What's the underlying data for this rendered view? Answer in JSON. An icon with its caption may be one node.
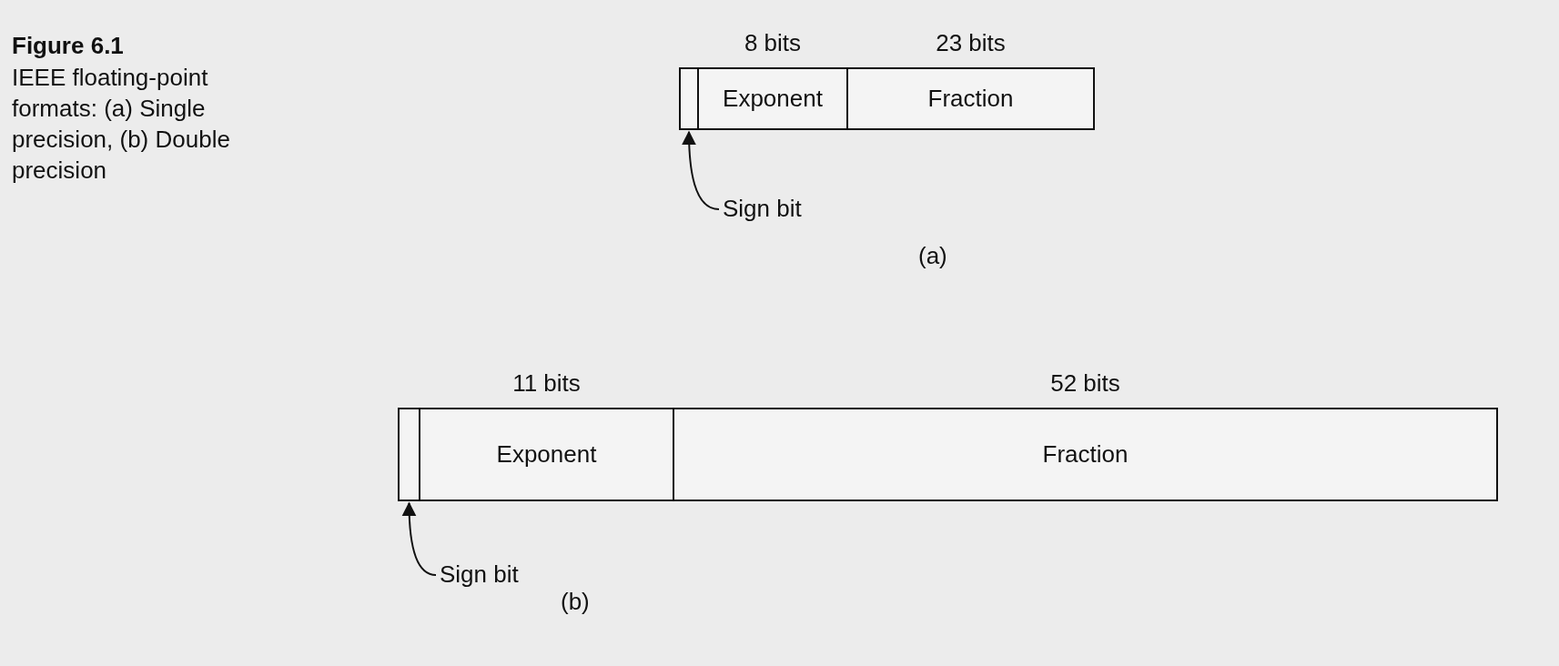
{
  "diagram": {
    "title": "Figure 6.1",
    "caption": "IEEE floating-point formats: (a) Single precision, (b) Double precision",
    "nodes": [
      {
        "text": [],
        "shape": "box"
      },
      {
        "text": [
          "Exponent"
        ],
        "beside": [
          "8 bits"
        ]
      },
      {
        "text": [
          "Fraction"
        ],
        "beside": [
          "23 bits"
        ]
      },
      {
        "text": [
          "Sign bit"
        ]
      },
      {
        "text": [],
        "shape": "box"
      },
      {
        "text": [
          "Exponent"
        ],
        "beside": [
          "11 bits"
        ]
      },
      {
        "text": [
          "Fraction"
        ],
        "beside": [
          "52 bits"
        ]
      },
      {
        "text": [
          "Sign bit"
        ]
      }
    ],
    "edges": [
      {
        "from": 3,
        "to": 0,
        "arrow": "to"
      },
      {
        "from": 7,
        "to": 4,
        "arrow": "to"
      }
    ],
    "labels": [
      "(a)",
      "(b)"
    ]
  }
}
